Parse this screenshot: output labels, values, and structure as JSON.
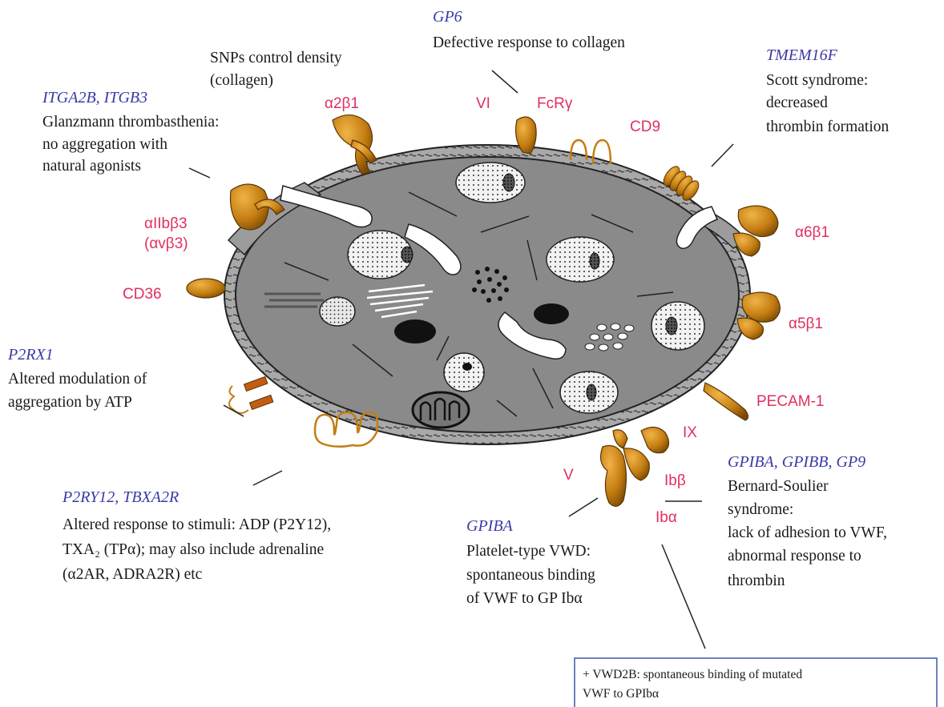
{
  "colors": {
    "gene": "#3a3aa8",
    "receptor": "#e0305f",
    "text": "#1a1a1a",
    "cytoplasm": "#8a8a8a",
    "receptor_fill": "#c47d12",
    "box_border": "#3a5aa8"
  },
  "annotations": {
    "itga2b": {
      "gene": "ITGA2B, ITGB3",
      "lines": [
        "Glanzmann thrombasthenia:",
        "no aggregation with",
        "natural agonists"
      ]
    },
    "snps": {
      "lines": [
        "SNPs control density",
        "(collagen)"
      ]
    },
    "gp6": {
      "gene": "GP6",
      "lines": [
        "Defective response to collagen"
      ]
    },
    "tmem16f": {
      "gene": "TMEM16F",
      "lines": [
        "Scott syndrome:",
        "decreased",
        "thrombin formation"
      ]
    },
    "p2rx1": {
      "gene": "P2RX1",
      "lines": [
        "Altered modulation of",
        "aggregation by ATP"
      ]
    },
    "p2ry12": {
      "gene": "P2RY12, TBXA2R",
      "lines": [
        "Altered response to stimuli: ADP (P2Y12),",
        "TXA₂ (TPα); may also include adrenaline",
        "(α2AR, ADRA2R) etc"
      ]
    },
    "gpiba_vwd": {
      "gene": "GPIBA",
      "lines": [
        "Platelet-type VWD:",
        "spontaneous binding",
        "of VWF to GP Ibα"
      ]
    },
    "gpiba_bss": {
      "gene": "GPIBA, GPIBB, GP9",
      "lines": [
        "Bernard-Soulier",
        "syndrome:",
        "lack of adhesion to VWF,",
        "abnormal response to",
        "thrombin"
      ]
    }
  },
  "receptors": {
    "a2b1": "α2β1",
    "vi": "VI",
    "fcrg": "FcRγ",
    "cd9": "CD9",
    "aiib3": "αIIbβ3",
    "avb3": "(αvβ3)",
    "cd36": "CD36",
    "a6b1": "α6β1",
    "a5b1": "α5β1",
    "pecam": "PECAM-1",
    "ix": "IX",
    "v": "V",
    "ibb": "Ibβ",
    "iba": "Ibα"
  },
  "footnote": {
    "lines": [
      "+ VWD2B: spontaneous binding of mutated",
      "VWF to GPIbα"
    ]
  }
}
